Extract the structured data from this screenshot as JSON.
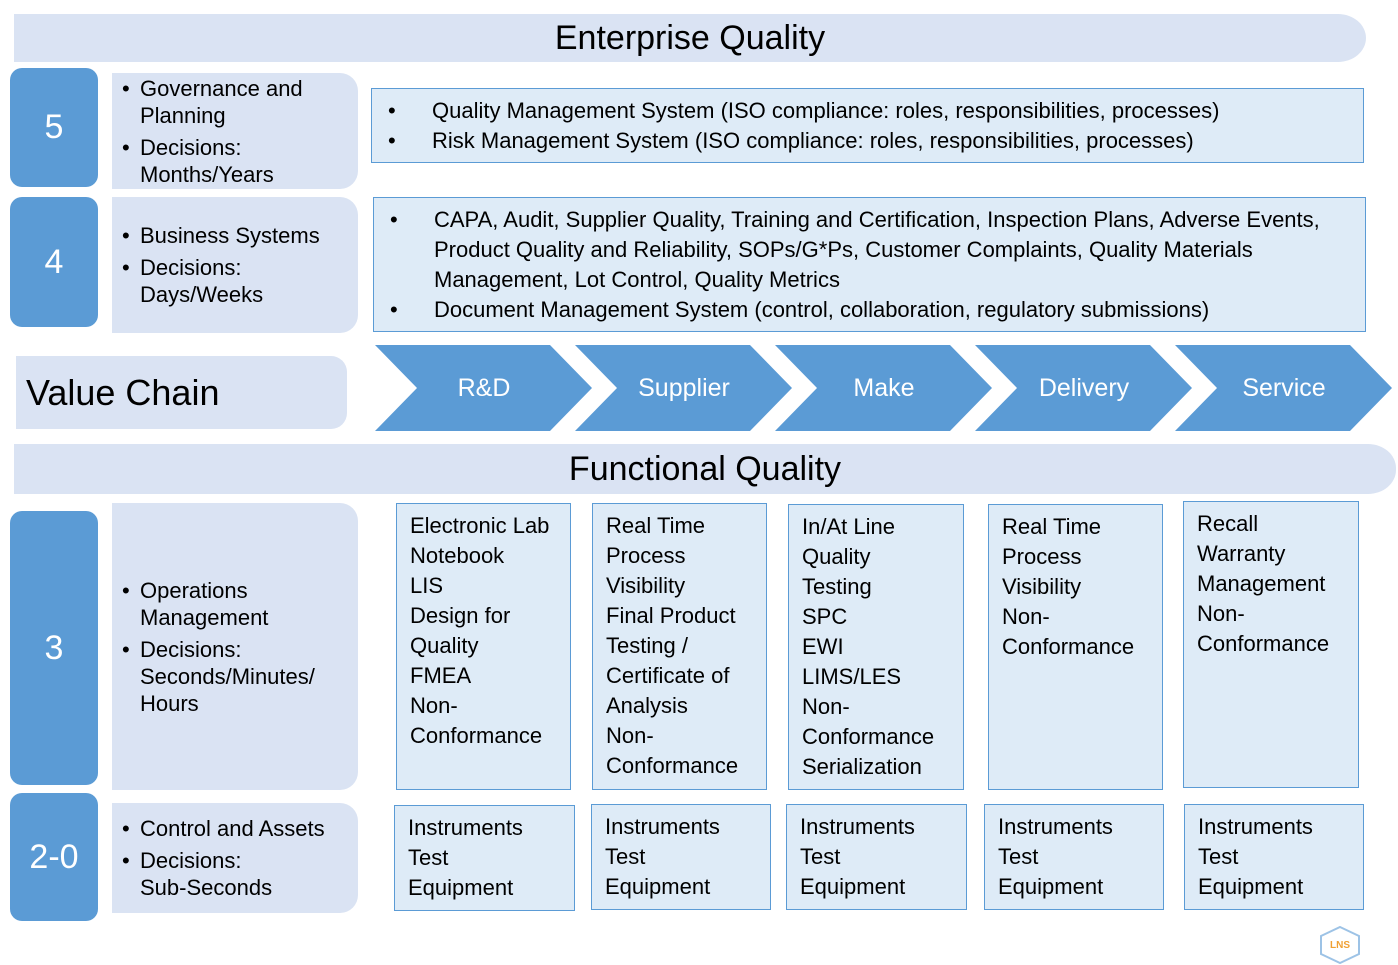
{
  "enterprise_quality": {
    "title": "Enterprise Quality"
  },
  "functional_quality": {
    "title": "Functional Quality"
  },
  "level_5": {
    "number": "5",
    "description": [
      [
        "Governance and",
        "Planning"
      ],
      [
        "Decisions:",
        "Months/Years"
      ]
    ],
    "systems": [
      [
        "Quality Management System (ISO compliance: roles, responsibilities, processes)"
      ],
      [
        "Risk Management System (ISO compliance: roles, responsibilities, processes)"
      ]
    ]
  },
  "level_4": {
    "number": "4",
    "description": [
      [
        "Business Systems"
      ],
      [
        "Decisions:",
        "Days/Weeks"
      ]
    ],
    "systems": [
      [
        "CAPA, Audit, Supplier Quality, Training and Certification, Inspection Plans, Adverse Events,",
        "Product Quality and Reliability, SOPs/G*Ps, Customer Complaints, Quality Materials",
        "Management, Lot Control, Quality Metrics"
      ],
      [
        "Document Management System (control, collaboration, regulatory submissions)"
      ]
    ]
  },
  "value_chain": {
    "label": "Value Chain",
    "stages": [
      "R&D",
      "Supplier",
      "Make",
      "Delivery",
      "Service"
    ]
  },
  "level_3": {
    "number": "3",
    "description": [
      [
        "Operations",
        "Management"
      ],
      [
        "Decisions:",
        "Seconds/Minutes/",
        "Hours"
      ]
    ],
    "columns": [
      [
        "Electronic Lab",
        "Notebook",
        "LIS",
        "Design for",
        "Quality",
        "FMEA",
        "Non-",
        "Conformance"
      ],
      [
        "Real Time",
        "Process",
        "Visibility",
        "Final Product",
        "Testing /",
        "Certificate of",
        "Analysis",
        "Non-",
        "Conformance"
      ],
      [
        "In/At Line",
        "Quality",
        "Testing",
        "SPC",
        "EWI",
        "LIMS/LES",
        "Non-",
        "Conformance",
        "Serialization"
      ],
      [
        "Real Time",
        "Process",
        "Visibility",
        "Non-",
        "Conformance"
      ],
      [
        "Recall",
        "Warranty",
        "Management",
        "Non-",
        "Conformance"
      ]
    ]
  },
  "level_2_0": {
    "number": "2-0",
    "description": [
      [
        "Control and Assets"
      ],
      [
        "Decisions:",
        "Sub-Seconds"
      ]
    ],
    "columns": [
      [
        "Instruments",
        "Test",
        "Equipment"
      ],
      [
        "Instruments",
        "Test",
        "Equipment"
      ],
      [
        "Instruments",
        "Test",
        "Equipment"
      ],
      [
        "Instruments",
        "Test",
        "Equipment"
      ],
      [
        "Instruments",
        "Test",
        "Equipment"
      ]
    ]
  },
  "colors": {
    "accent": "#5b9bd5",
    "band_fill": "#dae3f3",
    "box_fill": "#deebf7",
    "logo_text": "#f0a033",
    "logo_outline": "#9dc3e6"
  },
  "logo": {
    "text": "LNS"
  }
}
